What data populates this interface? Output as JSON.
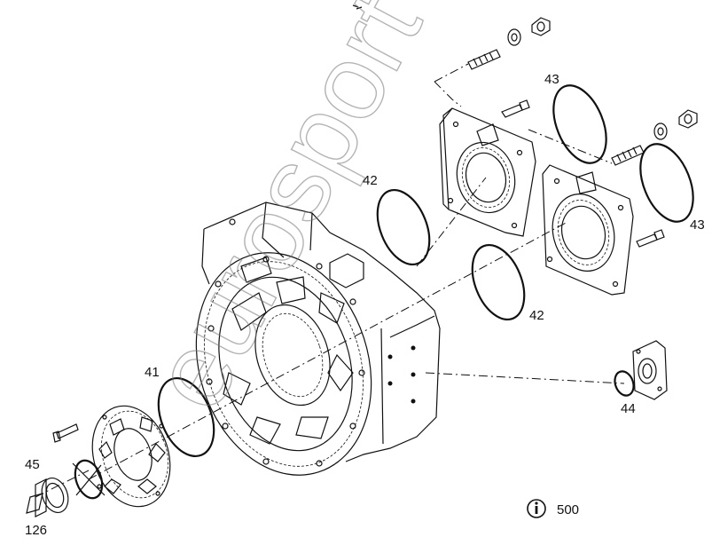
{
  "labels": {
    "p41": "41",
    "p42a": "42",
    "p42b": "42",
    "p43a": "43",
    "p43b": "43",
    "p44": "44",
    "p45": "45",
    "p126": "126"
  },
  "info": {
    "icon": "info-circle-icon",
    "number": "500"
  },
  "watermark": "eurosport"
}
